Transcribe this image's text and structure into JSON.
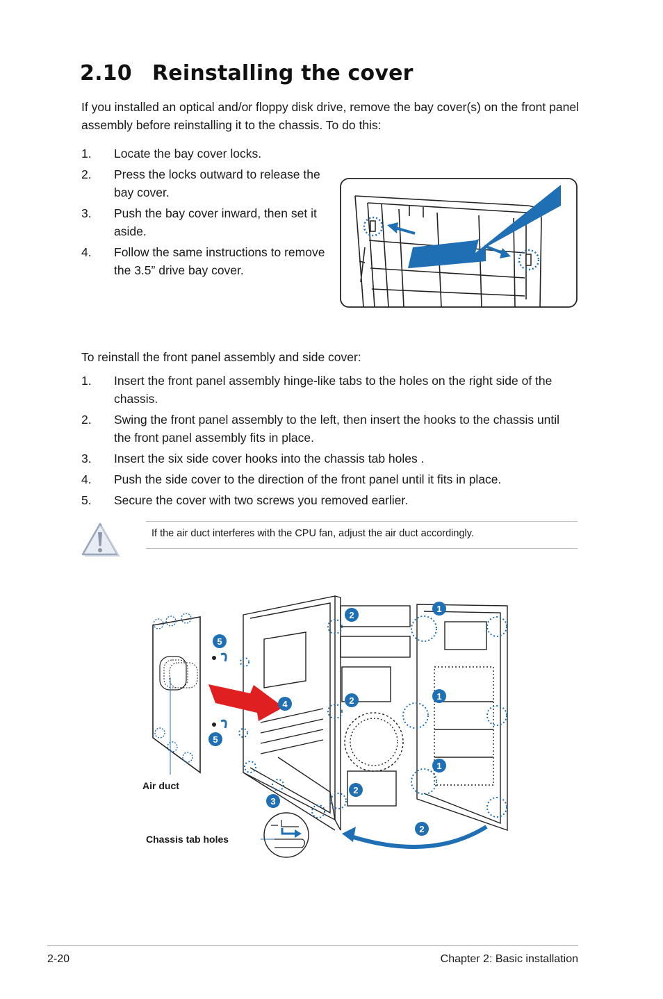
{
  "section": {
    "number": "2.10",
    "title": "Reinstalling the cover"
  },
  "intro": "If you installed an optical and/or floppy disk drive, remove the bay cover(s) on the front panel assembly before reinstalling it to the chassis. To do this:",
  "bay_steps": [
    {
      "n": "1.",
      "text": "Locate the bay cover locks."
    },
    {
      "n": "2.",
      "text": "Press the locks outward to release the bay cover."
    },
    {
      "n": "3.",
      "text": "Push the bay cover inward, then set it aside."
    },
    {
      "n": "4.",
      "text": "Follow the same instructions to remove the 3.5” drive bay cover."
    }
  ],
  "reinstall_intro": "To reinstall the front panel assembly and side cover:",
  "reinstall_steps": [
    {
      "n": "1.",
      "text": "Insert the front panel assembly hinge-like tabs to the holes on the right side of the chassis."
    },
    {
      "n": "2.",
      "text": "Swing the front panel assembly to the left, then insert the hooks to the chassis until the front panel assembly fits in place."
    },
    {
      "n": "3.",
      "text": "Insert the six side cover hooks into the chassis tab holes ."
    },
    {
      "n": "4.",
      "text": "Push the side cover to the direction of the front panel until it fits in place."
    },
    {
      "n": "5.",
      "text": "Secure the cover with two screws you removed earlier."
    }
  ],
  "caution": {
    "icon": "warning-triangle-icon",
    "text": "If the air duct interferes with the CPU fan, adjust the air duct accordingly."
  },
  "figure2": {
    "air_duct_label": "Air duct",
    "chassis_tab_label": "Chassis tab holes",
    "callouts": [
      "1",
      "1",
      "1",
      "2",
      "2",
      "2",
      "2",
      "3",
      "4",
      "5",
      "5"
    ]
  },
  "footer": {
    "page": "2-20",
    "chapter": "Chapter 2: Basic installation"
  },
  "colors": {
    "accent_blue": "#1f6fb5",
    "arrow_red": "#e02020",
    "text": "#1a1a1a"
  }
}
